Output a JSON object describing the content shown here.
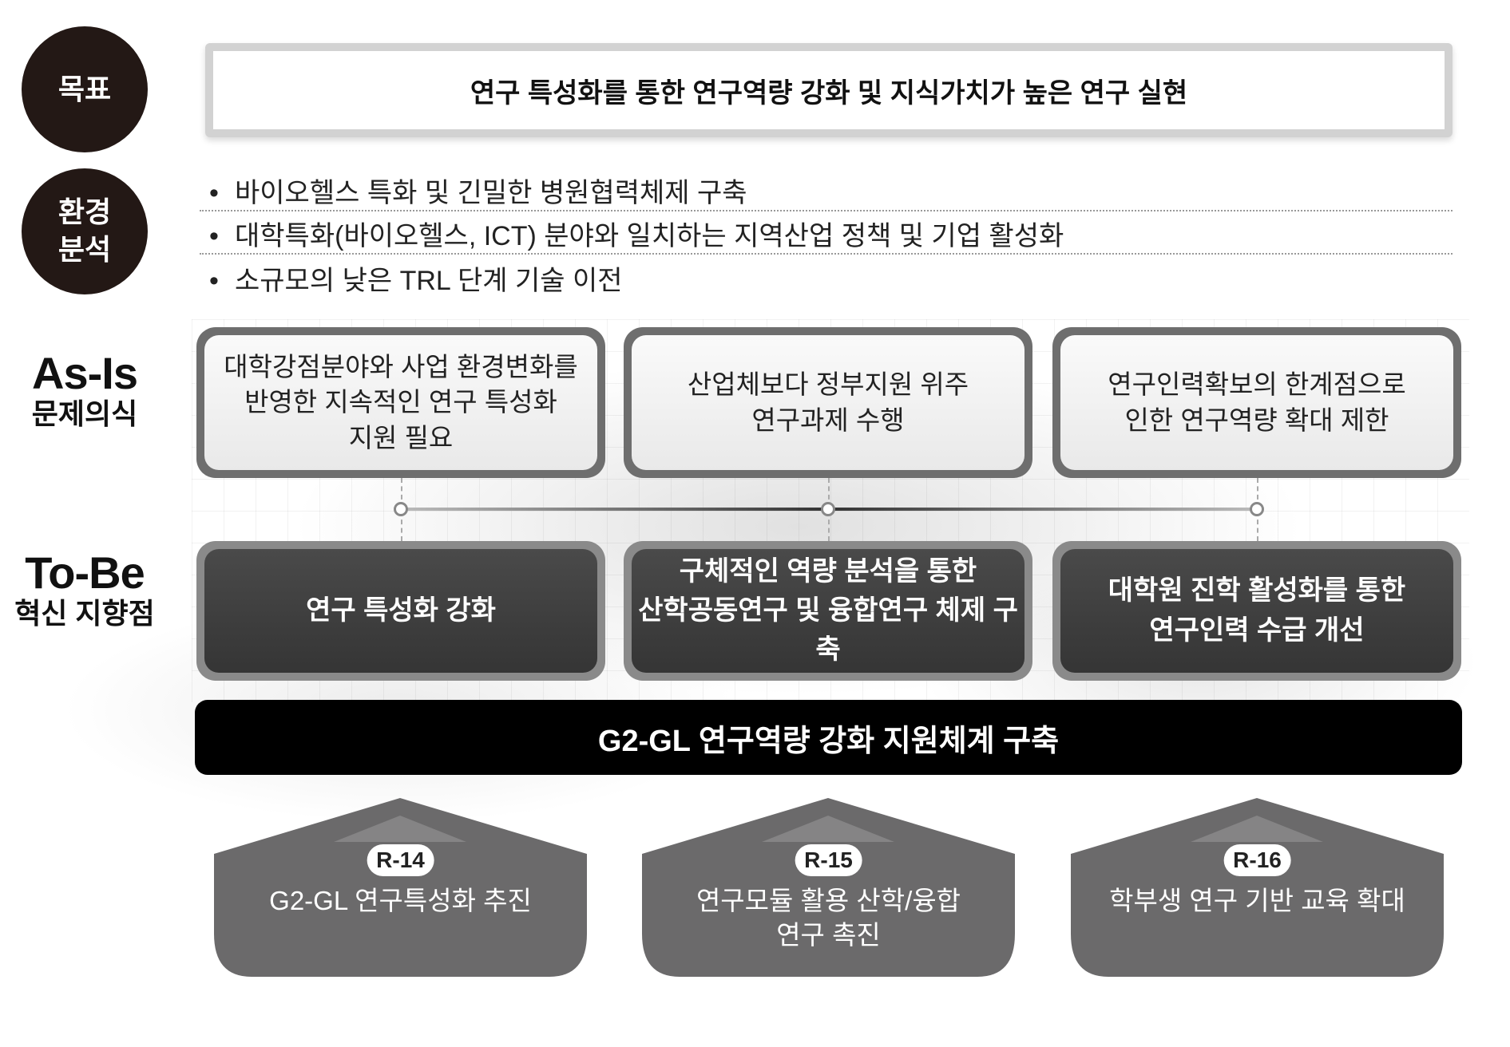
{
  "goal": {
    "label": "목표",
    "text": "연구 특성화를 통한 연구역량 강화 및 지식가치가 높은 연구 실현"
  },
  "environment": {
    "label": "환경\n분석",
    "items": [
      "바이오헬스 특화 및 긴밀한 병원협력체제 구축",
      "대학특화(바이오헬스, ICT) 분야와 일치하는 지역산업 정책 및 기업 활성화",
      "소규모의 낮은 TRL 단계 기술 이전"
    ]
  },
  "asis": {
    "title": "As-Is",
    "subtitle": "문제의식",
    "boxes": [
      "대학강점분야와 사업 환경변화를\n반영한 지속적인 연구 특성화\n지원 필요",
      "산업체보다 정부지원 위주\n연구과제 수행",
      "연구인력확보의 한계점으로\n인한 연구역량 확대 제한"
    ]
  },
  "tobe": {
    "title": "To-Be",
    "subtitle": "혁신 지향점",
    "boxes": [
      "연구 특성화 강화",
      "구체적인 역량 분석을 통한\n산학공동연구 및 융합연구 체제 구축",
      "대학원 진학 활성화를 통한\n연구인력 수급 개선"
    ]
  },
  "system_bar": "G2-GL 연구역량 강화 지원체계 구축",
  "programs": [
    {
      "code": "R-14",
      "text": "G2-GL 연구특성화 추진"
    },
    {
      "code": "R-15",
      "text": "연구모듈 활용 산학/융합\n연구 촉진"
    },
    {
      "code": "R-16",
      "text": "학부생 연구 기반 교육 확대"
    }
  ],
  "colors": {
    "dark_circle": "#231815",
    "house": "#6b6a6b",
    "bar": "#000000"
  }
}
